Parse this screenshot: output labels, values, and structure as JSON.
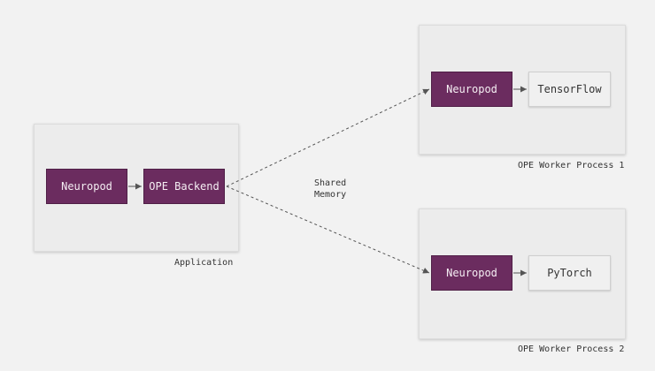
{
  "application": {
    "label": "Application",
    "neuropod": "Neuropod",
    "backend": "OPE Backend"
  },
  "worker1": {
    "label": "OPE Worker Process 1",
    "neuropod": "Neuropod",
    "framework": "TensorFlow"
  },
  "worker2": {
    "label": "OPE Worker Process 2",
    "neuropod": "Neuropod",
    "framework": "PyTorch"
  },
  "shared_memory": {
    "line1": "Shared",
    "line2": "Memory"
  },
  "colors": {
    "background": "#f2f2f2",
    "panel": "#ececec",
    "neuropod_box": "#6b2c5f",
    "framework_box": "#f0f0f0",
    "arrow": "#555555"
  }
}
